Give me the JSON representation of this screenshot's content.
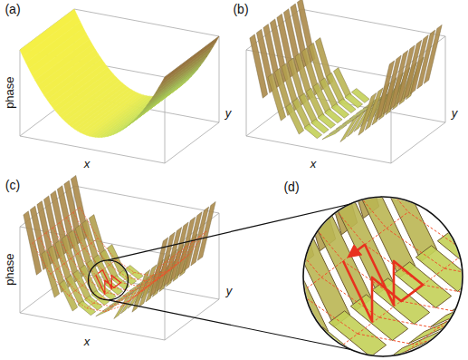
{
  "diagram": {
    "labels": [
      "(a)",
      "phase",
      "x",
      "y",
      "(b)",
      "x",
      "y",
      "(c)",
      "phase",
      "x",
      "y",
      "(d)"
    ]
  }
}
